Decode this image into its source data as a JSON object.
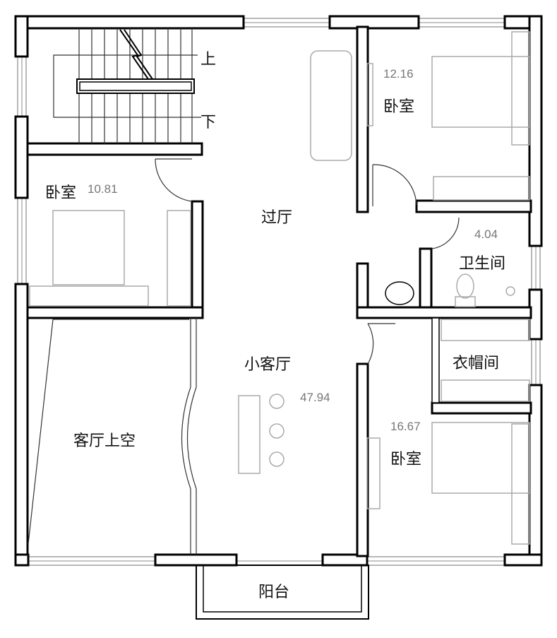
{
  "plan": {
    "rooms": [
      {
        "name": "卧室",
        "area": "10.81"
      },
      {
        "name": "卧室",
        "area": "12.16"
      },
      {
        "name": "卫生间",
        "area": "4.04"
      },
      {
        "name": "衣帽间"
      },
      {
        "name": "卧室",
        "area": "16.67"
      },
      {
        "name": "过厅"
      },
      {
        "name": "小客厅",
        "area": "47.94"
      },
      {
        "name": "客厅上空"
      },
      {
        "name": "阳台"
      }
    ],
    "stair_up": "上",
    "stair_down": "下"
  }
}
